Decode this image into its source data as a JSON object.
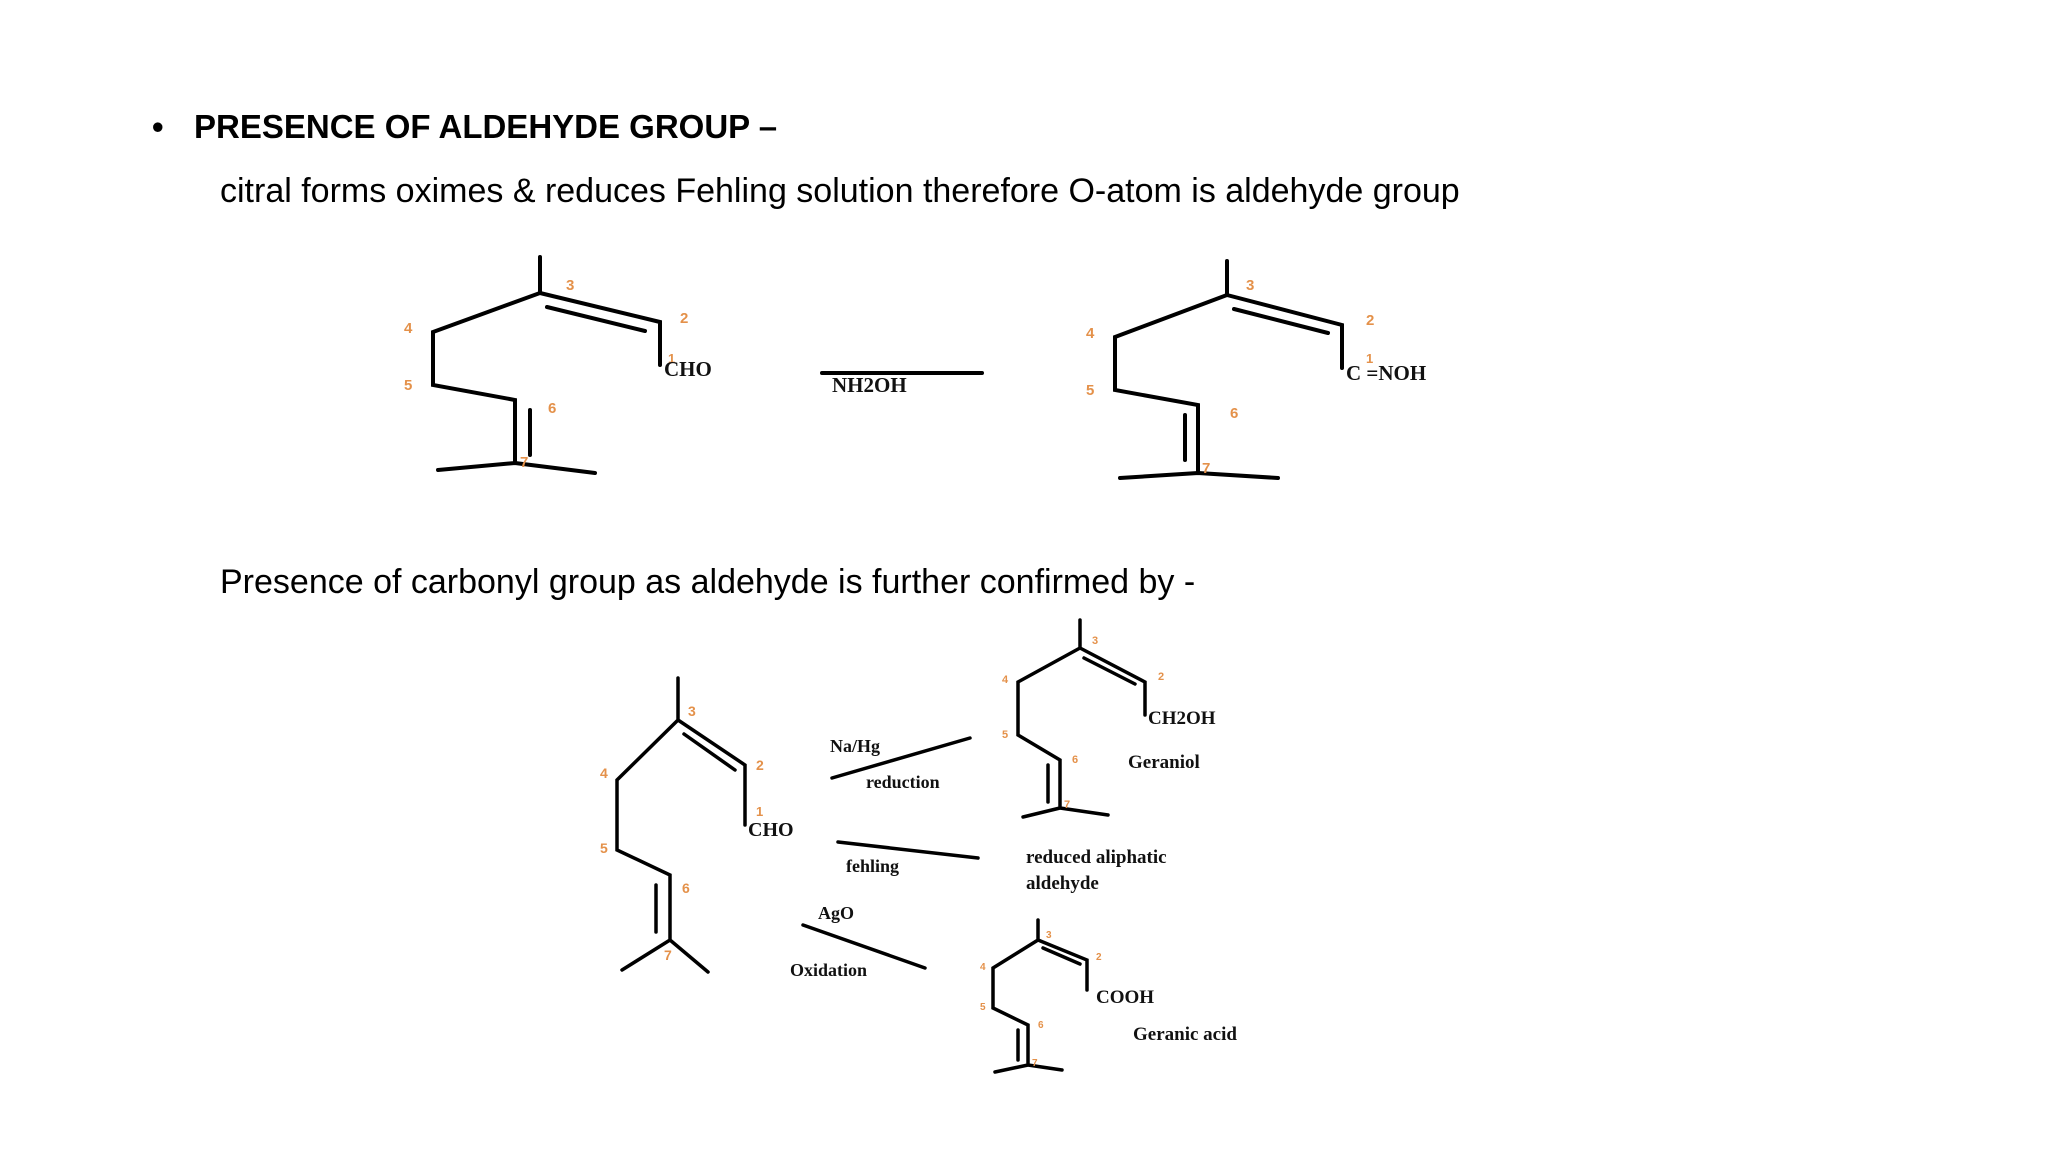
{
  "heading": {
    "bullet": "•",
    "text": "PRESENCE OF ALDEHYDE GROUP –"
  },
  "paragraph1": "citral forms oximes & reduces Fehling solution therefore O-atom is aldehyde group",
  "paragraph2": "Presence of carbonyl group as aldehyde is further confirmed by -",
  "diagram_top": {
    "citral_group": "CHO",
    "reagent": "NH2OH",
    "oxime_group": "C =NOH",
    "oxime_carbon_number": "1",
    "atom_numbers": [
      "1",
      "2",
      "3",
      "4",
      "5",
      "6",
      "7"
    ]
  },
  "diagram_bottom": {
    "citral_group": "CHO",
    "atom_numbers": [
      "1",
      "2",
      "3",
      "4",
      "5",
      "6",
      "7"
    ],
    "reaction1_reagent": "Na/Hg",
    "reaction1_type": "reduction",
    "product1_group": "CH2OH",
    "product1_name": "Geraniol",
    "reaction2_reagent": "fehling",
    "product2_line1": "reduced aliphatic",
    "product2_line2": "aldehyde",
    "reaction3_reagent": "AgO",
    "reaction3_type": "Oxidation",
    "product3_group": "COOH",
    "product3_name": "Geranic acid"
  },
  "colors": {
    "atom_number": "#e4914a",
    "bond": "#000000"
  }
}
